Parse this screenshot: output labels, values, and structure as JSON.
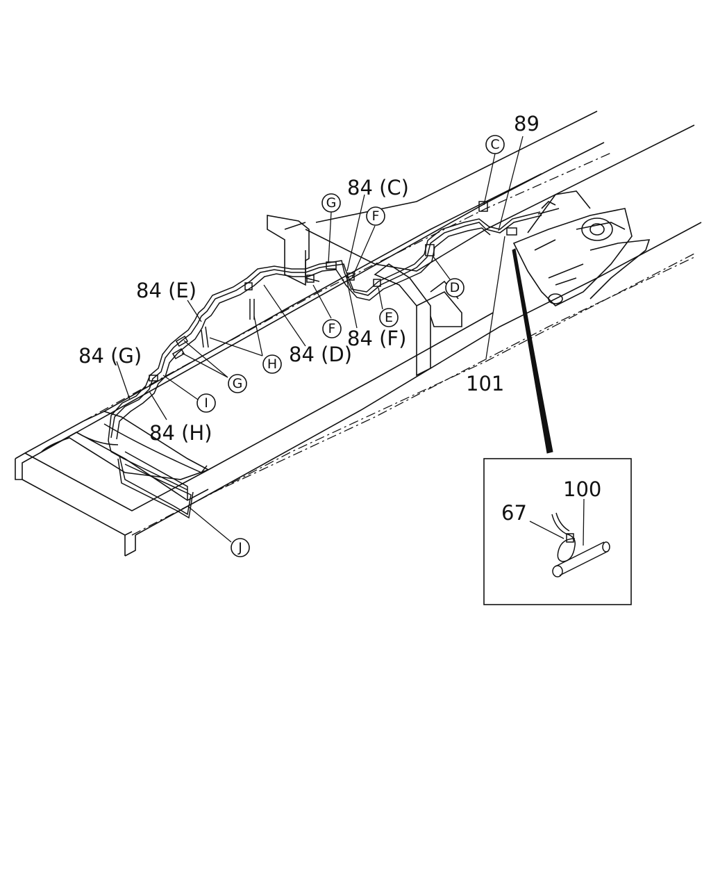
{
  "diagram": {
    "part_labels": {
      "p89": "89",
      "p84c": "84 (C)",
      "p84e": "84 (E)",
      "p84g": "84 (G)",
      "p84h": "84 (H)",
      "p84d": "84 (D)",
      "p84f": "84 (F)",
      "p101": "101",
      "p100": "100",
      "p67": "67"
    },
    "section_refs": {
      "c": "C",
      "g_top": "G",
      "f_top": "F",
      "d": "D",
      "f_mid": "F",
      "e": "E",
      "h": "H",
      "g_low": "G",
      "i": "I",
      "j": "J"
    }
  }
}
